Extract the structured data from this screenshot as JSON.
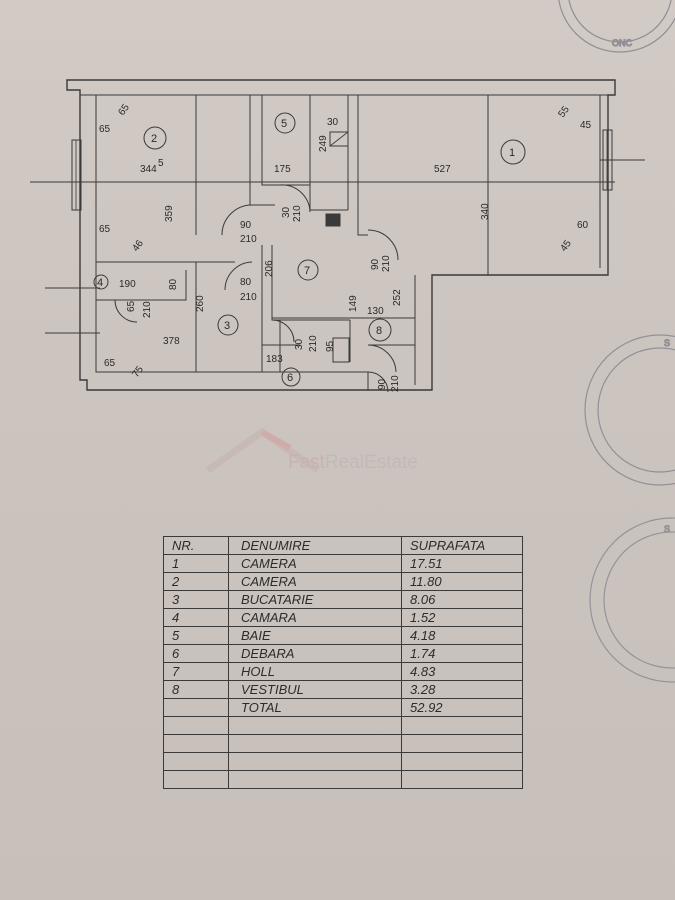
{
  "plan": {
    "room_numbers": [
      "1",
      "2",
      "3",
      "4",
      "5",
      "6",
      "7",
      "8"
    ],
    "dimensions": [
      "65",
      "344",
      "5",
      "359",
      "65",
      "46",
      "65",
      "175",
      "249",
      "30",
      "30",
      "210",
      "90",
      "210",
      "80",
      "210",
      "527",
      "340",
      "55",
      "45",
      "60",
      "45",
      "190",
      "80",
      "65",
      "210",
      "260",
      "378",
      "65",
      "75",
      "206",
      "149",
      "130",
      "252",
      "90",
      "210",
      "30",
      "210",
      "95",
      "183",
      "90",
      "210"
    ]
  },
  "watermark": {
    "text_part1": "Fast",
    "text_part2": "RealEstate"
  },
  "stamps": {
    "top_right": "ONC",
    "right_middle": "S",
    "right_lower": "S"
  },
  "table": {
    "headers": [
      "NR.",
      "DENUMIRE",
      "SUPRAFATA"
    ],
    "rows": [
      {
        "nr": "1",
        "name": "CAMERA",
        "area": "17.51"
      },
      {
        "nr": "2",
        "name": "CAMERA",
        "area": "11.80"
      },
      {
        "nr": "3",
        "name": "BUCATARIE",
        "area": "8.06"
      },
      {
        "nr": "4",
        "name": "CAMARA",
        "area": "1.52"
      },
      {
        "nr": "5",
        "name": "BAIE",
        "area": "4.18"
      },
      {
        "nr": "6",
        "name": "DEBARA",
        "area": "1.74"
      },
      {
        "nr": "7",
        "name": "HOLL",
        "area": "4.83"
      },
      {
        "nr": "8",
        "name": "VESTIBUL",
        "area": "3.28"
      }
    ],
    "total_label": "TOTAL",
    "total_value": "52.92"
  }
}
